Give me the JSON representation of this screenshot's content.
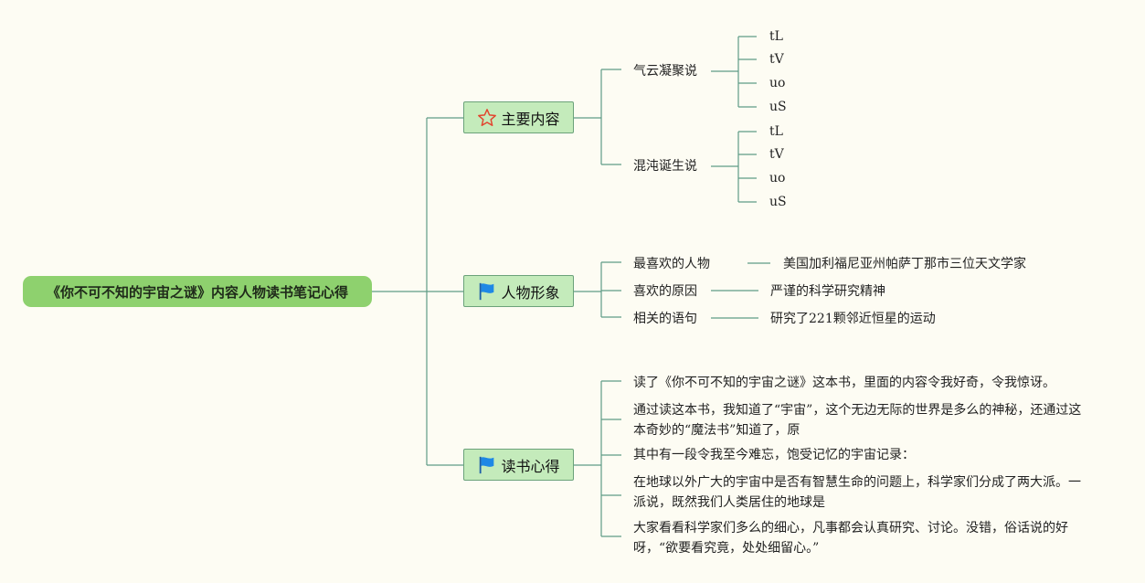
{
  "root": {
    "title": "《你不可不知的宇宙之谜》内容人物读书笔记心得"
  },
  "branches": {
    "content": {
      "label": "主要内容",
      "topics": [
        {
          "label": "气云凝聚说",
          "leaves": [
            "tL",
            "tV",
            "uo",
            "uS"
          ]
        },
        {
          "label": "混沌诞生说",
          "leaves": [
            "tL",
            "tV",
            "uo",
            "uS"
          ]
        }
      ]
    },
    "characters": {
      "label": "人物形象",
      "items": [
        {
          "label": "最喜欢的人物",
          "value": "美国加利福尼亚州帕萨丁那市三位天文学家"
        },
        {
          "label": "喜欢的原因",
          "value": "严谨的科学研究精神"
        },
        {
          "label": "相关的语句",
          "value": "研究了221颗邻近恒星的运动"
        }
      ]
    },
    "notes": {
      "label": "读书心得",
      "paragraphs": [
        "读了《你不可不知的宇宙之谜》这本书，里面的内容令我好奇，令我惊讶。",
        "通过读这本书，我知道了“宇宙”，这个无边无际的世界是多么的神秘，还通过这本奇妙的“魔法书”知道了，原",
        "其中有一段令我至今难忘，饱受记忆的宇宙记录：",
        "在地球以外广大的宇宙中是否有智慧生命的问题上，科学家们分成了两大派。一派说，既然我们人类居住的地球是",
        "大家看看科学家们多么的细心，凡事都会认真研究、讨论。没错，俗话说的好呀，“欲要看究竟，处处细留心。”"
      ]
    }
  },
  "colors": {
    "root_fill": "#8ed16e",
    "branch_fill": "#c4ebbb",
    "line": "#5f9b86",
    "star_icon": "#e2452f",
    "flag_icon": "#1e88e5"
  }
}
